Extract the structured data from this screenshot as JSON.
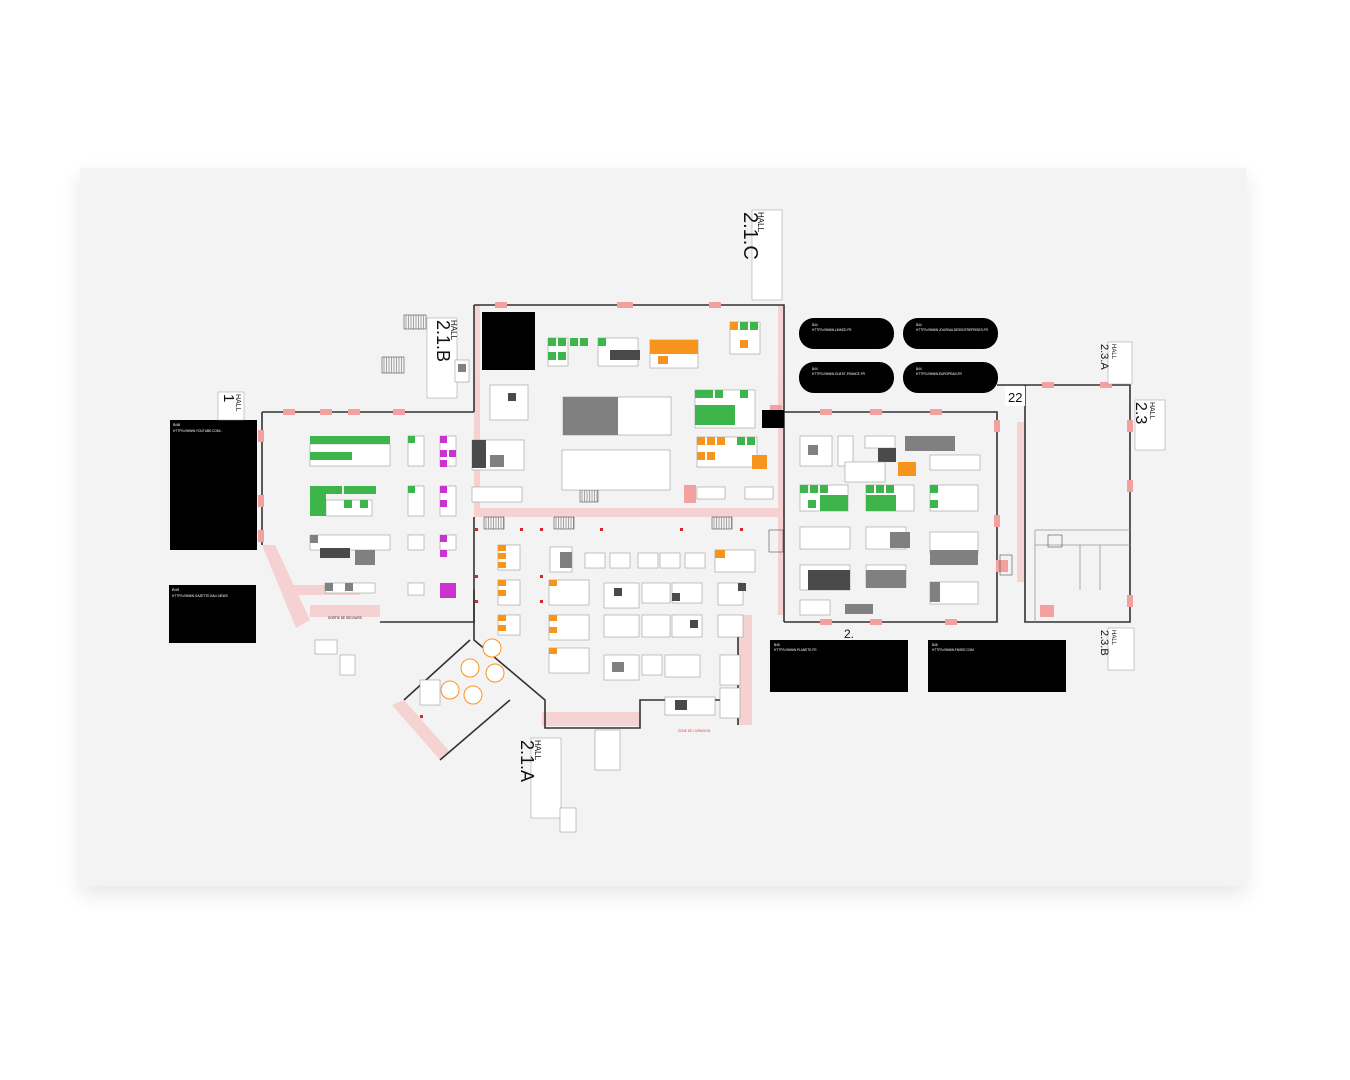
{
  "halls": [
    {
      "id": "hall-2-1-c",
      "word": "HALL",
      "number": "2.1.C"
    },
    {
      "id": "hall-2-1-b",
      "word": "HALL",
      "number": "2.1.B"
    },
    {
      "id": "hall-1",
      "word": "HALL",
      "number": "1"
    },
    {
      "id": "hall-2-3-a",
      "word": "HALL",
      "number": "2.3.A"
    },
    {
      "id": "hall-2-3",
      "word": "HALL",
      "number": "2.3"
    },
    {
      "id": "hall-2-3-b",
      "word": "HALL",
      "number": "2.3.B"
    },
    {
      "id": "hall-2-1-a",
      "word": "HALL",
      "number": "2.1.A"
    }
  ],
  "hall_numbers": {
    "h22": "22",
    "h2": "2."
  },
  "billboards": {
    "left_top": {
      "title": "B48",
      "url": "HTTPS://WWW.YOUTUBE.COM/..."
    },
    "left_bottom": {
      "title": "B49",
      "url": "HTTPS://WWW.GAZETTE.BALI.NEWS"
    },
    "pill1": {
      "title": "B44",
      "url": "HTTPS://WWW.LINKED.FR"
    },
    "pill2": {
      "title": "B44",
      "url": "HTTPS://WWW.JOURNALDESENTREPRISES.FR"
    },
    "pill3": {
      "title": "B44",
      "url": "HTTPS://WWW.OUEST-FRANCE.FR"
    },
    "pill4": {
      "title": "B44",
      "url": "HTTPS://WWW.EUROPEAN.FR"
    },
    "bottom_mid": {
      "title": "B45",
      "url": "HTTPS://WWW.PLANETE.FR"
    },
    "bottom_right": {
      "title": "B46",
      "url": "HTTPS://WWW.FNSEE.COM"
    }
  },
  "labels": {
    "exit_note": "SORTIE DE SECOURS",
    "red_note": "ZONE DE LIVRAISON"
  },
  "colors": {
    "green": "#3db54a",
    "orange": "#f7941d",
    "magenta": "#cc33cc",
    "gray": "#808080",
    "dark": "#4a4a4a",
    "pink": "#f4a6a6",
    "wall": "#222222",
    "black": "#000000"
  }
}
